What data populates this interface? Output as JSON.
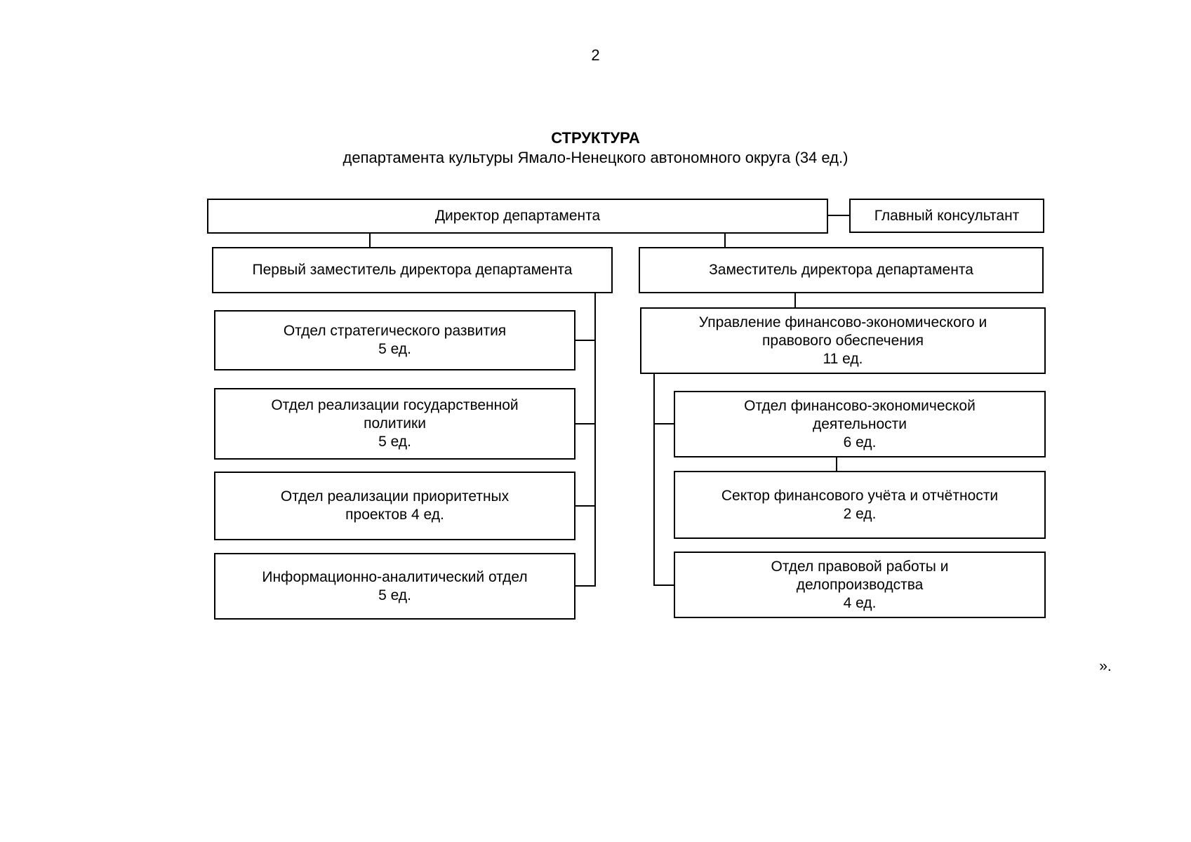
{
  "page": {
    "number": "2",
    "closing_mark": "»."
  },
  "title": {
    "heading": "СТРУКТУРА",
    "subtitle": "департамента культуры Ямало-Ненецкого автономного округа (34 ед.)"
  },
  "org": {
    "director": {
      "text": "Директор департамента"
    },
    "chief_consultant": {
      "text": "Главный консультант"
    },
    "first_deputy": {
      "text": "Первый заместитель директора департамента"
    },
    "deputy": {
      "text": "Заместитель директора департамента"
    },
    "left_units": [
      {
        "text": "Отдел стратегического развития\n5 ед."
      },
      {
        "text": "Отдел реализации государственной\nполитики\n5 ед."
      },
      {
        "text": "Отдел реализации приоритетных\nпроектов 4 ед."
      },
      {
        "text": "Информационно-аналитический отдел\n5 ед."
      }
    ],
    "right_units": [
      {
        "text": "Управление финансово-экономического и\nправового обеспечения\n11 ед."
      },
      {
        "text": "Отдел финансово-экономической\nдеятельности\n6 ед."
      },
      {
        "text": "Сектор финансового учёта и отчётности\n2 ед."
      },
      {
        "text": "Отдел правовой работы и\nделопроизводства\n4 ед."
      }
    ]
  },
  "colors": {
    "border": "#000000",
    "background": "#ffffff",
    "text": "#000000"
  }
}
